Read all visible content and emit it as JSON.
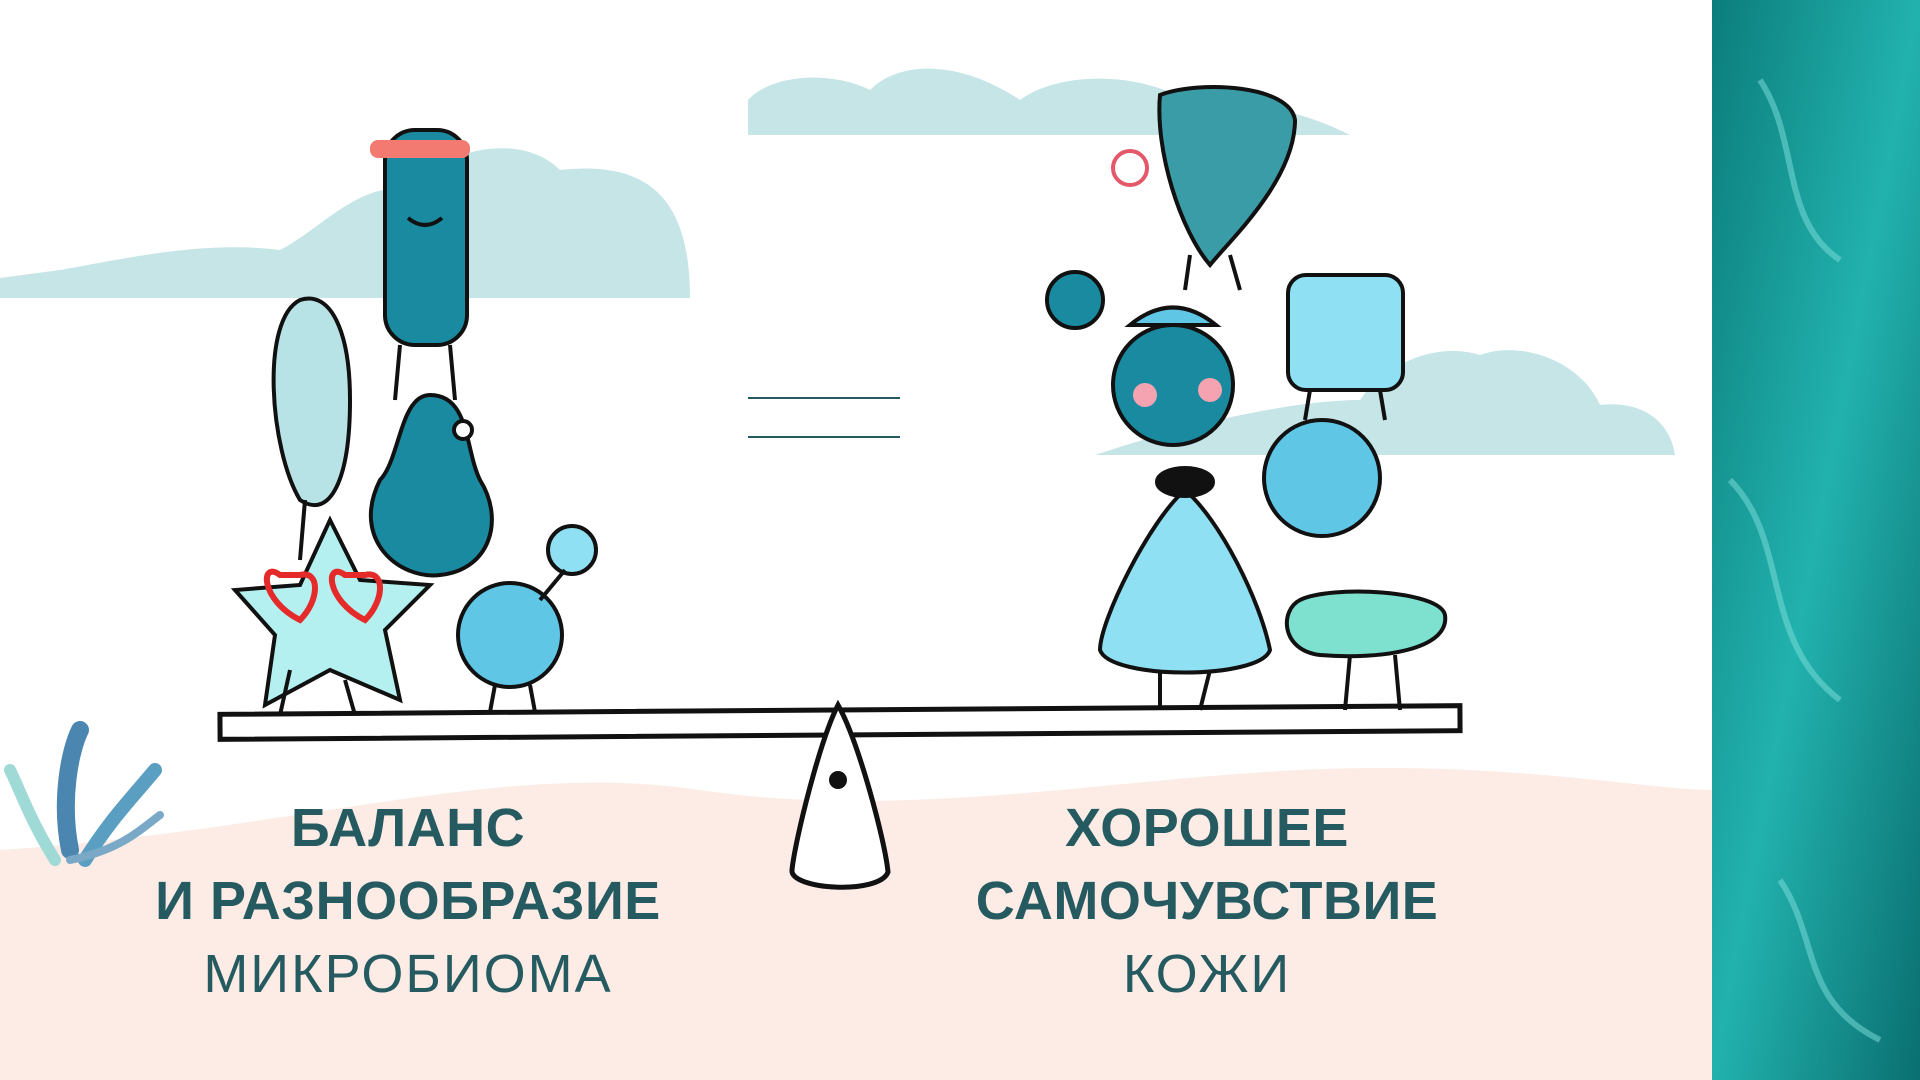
{
  "left_caption": {
    "line1": "БАЛАНС",
    "line2": "И РАЗНООБРАЗИЕ",
    "line3": "МИКРОБИОМА"
  },
  "right_caption": {
    "line1": "ХОРОШЕЕ",
    "line2": "САМОЧУВСТВИЕ",
    "line3": "КОЖИ"
  },
  "colors": {
    "text": "#245a60",
    "ground": "#fcece5",
    "cloud": "#c6e5e7",
    "teal_panel": "#0f8f8c",
    "character_dark": "#1a8aa0",
    "character_light": "#8fe0f2"
  }
}
